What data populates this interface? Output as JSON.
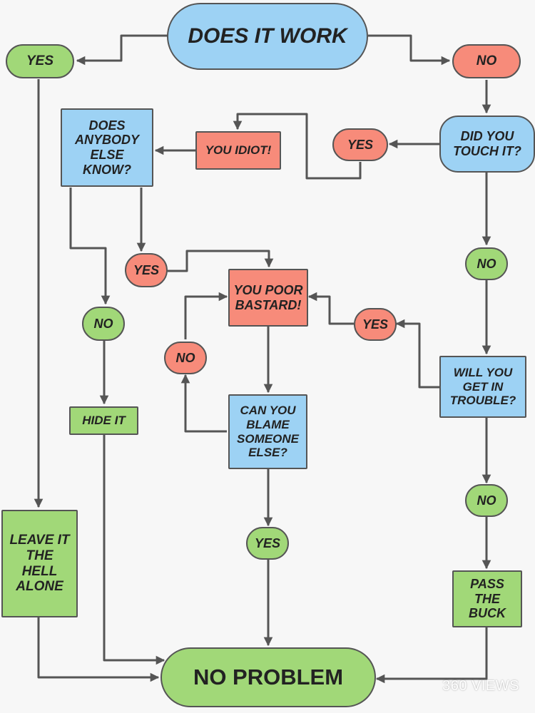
{
  "nodes": {
    "does_it_work": "DOES IT WORK",
    "yes_top": "YES",
    "no_top": "NO",
    "did_you_touch_it": "DID YOU TOUCH IT?",
    "yes_touch": "YES",
    "you_idiot": "YOU IDIOT!",
    "does_anybody_else_know": "DOES ANYBODY ELSE KNOW?",
    "yes_anybody": "YES",
    "no_anybody": "NO",
    "hide_it": "HIDE IT",
    "no_touch": "NO",
    "you_poor_bastard": "YOU POOR BASTARD!",
    "yes_trouble": "YES",
    "will_you_get_in_trouble": "WILL YOU GET IN TROUBLE?",
    "no_blame": "NO",
    "can_you_blame": "CAN YOU BLAME SOMEONE ELSE?",
    "yes_blame": "YES",
    "no_trouble": "NO",
    "pass_the_buck": "PASS THE BUCK",
    "leave_it": "LEAVE IT THE HELL ALONE",
    "no_problem": "NO PROBLEM"
  },
  "watermark": "360 VIEWS",
  "colors": {
    "question": "#9dd2f4",
    "negative": "#f78b7a",
    "positive": "#a1d878",
    "line": "#555555"
  }
}
